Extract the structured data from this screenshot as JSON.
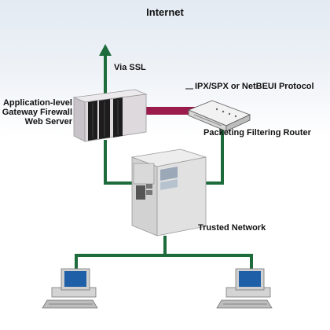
{
  "title": "Internet",
  "labels": {
    "via_ssl": "Via SSL",
    "gateway": "Application-level Gateway Firewall Web Server",
    "protocol": "IPX/SPX or NetBEUI Protocol",
    "router": "Packeting Filtering Router",
    "trusted_network": "Trusted Network"
  },
  "colors": {
    "network_link": "#1e6b3c",
    "protocol_link": "#9b1b4c",
    "background_top": "#e3eaf2"
  },
  "icons": [
    "up-arrow-icon",
    "server-rack-icon",
    "router-icon",
    "tower-server-icon",
    "workstation-icon"
  ]
}
